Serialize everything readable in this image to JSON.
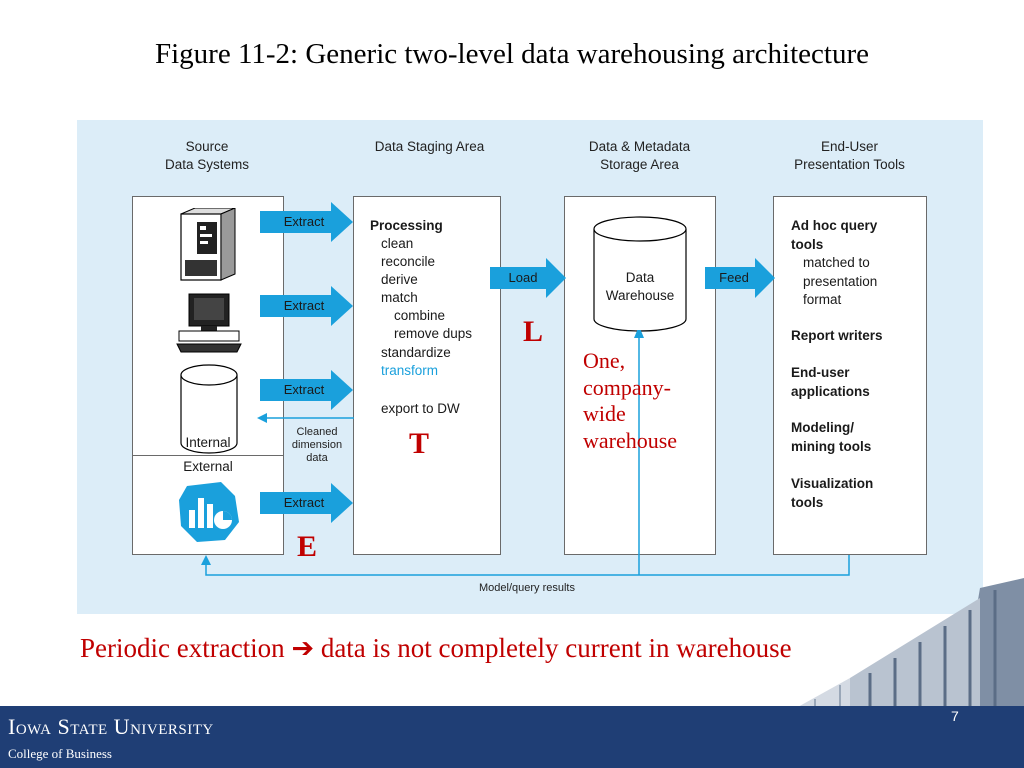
{
  "title": "Figure 11-2: Generic two-level data warehousing architecture",
  "columns": {
    "source": "Source\nData Systems",
    "staging": "Data Staging Area",
    "storage": "Data & Metadata\nStorage Area",
    "enduser": "End-User\nPresentation Tools"
  },
  "source_box": {
    "internal": "Internal",
    "external": "External"
  },
  "extract_labels": [
    "Extract",
    "Extract",
    "Extract",
    "Extract"
  ],
  "cleaned_label": "Cleaned\ndimension\ndata",
  "staging_box": {
    "heading": "Processing",
    "items": [
      "clean",
      "reconcile",
      "derive",
      "match",
      "combine",
      "remove dups",
      "standardize",
      "transform",
      "export to DW"
    ]
  },
  "load_label": "Load",
  "feed_label": "Feed",
  "warehouse_label": "Data\nWarehouse",
  "enduser_box": {
    "adhoc": "Ad hoc query\ntools",
    "matched": "matched to\npresentation\nformat",
    "report": "Report writers",
    "apps": "End-user\napplications",
    "modeling": "Modeling/\nmining tools",
    "viz": "Visualization\ntools"
  },
  "model_query_label": "Model/query results",
  "letters": {
    "e": "E",
    "t": "T",
    "l": "L"
  },
  "annotation": "One,\ncompany-\nwide\nwarehouse",
  "caption": {
    "left": "Periodic extraction",
    "arrow": "➔",
    "right": "data is not completely current in warehouse"
  },
  "footer": {
    "university": "Iowa State University",
    "college": "College of Business"
  },
  "page_number": "7",
  "colors": {
    "arrow": "#1aa0dc",
    "accent_red": "#c00000",
    "footer": "#1f3e75",
    "panel": "#dcedf8"
  }
}
